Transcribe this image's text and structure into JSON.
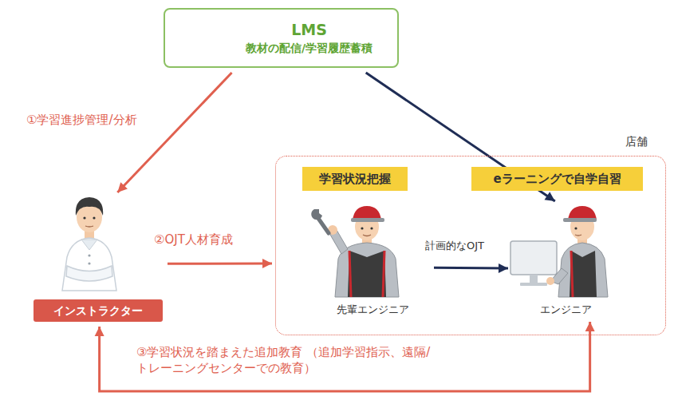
{
  "diagram": {
    "nodes": [
      {
        "text": [
          "LMS",
          "教材の配信/学習履歴蓄積"
        ]
      },
      {
        "text": [
          "インストラクター"
        ]
      },
      {
        "text": [
          "店舗"
        ]
      },
      {
        "text": [
          "学習状況把握"
        ],
        "in": 2
      },
      {
        "text": [
          "eラーニングで自学自習"
        ],
        "in": 2
      },
      {
        "text": [
          "先輩エンジニア"
        ],
        "in": 2
      },
      {
        "text": [
          "エンジニア"
        ],
        "in": 2
      }
    ],
    "edges": [
      {
        "from": 0,
        "to": 1,
        "label": "①学習進捗管理/分析",
        "arrow": "to"
      },
      {
        "from": 0,
        "to": 6,
        "arrow": "to"
      },
      {
        "from": 1,
        "to": 2,
        "label": "②OJT人材育成",
        "arrow": "to"
      },
      {
        "from": 5,
        "to": 6,
        "label": "計画的なOJT",
        "arrow": "to"
      },
      {
        "from": 1,
        "to": 6,
        "label": "③学習状況を踏まえた追加教育 （追加学習指示、遠隔/トレーニングセンターでの教育）",
        "arrow": "both"
      }
    ]
  }
}
